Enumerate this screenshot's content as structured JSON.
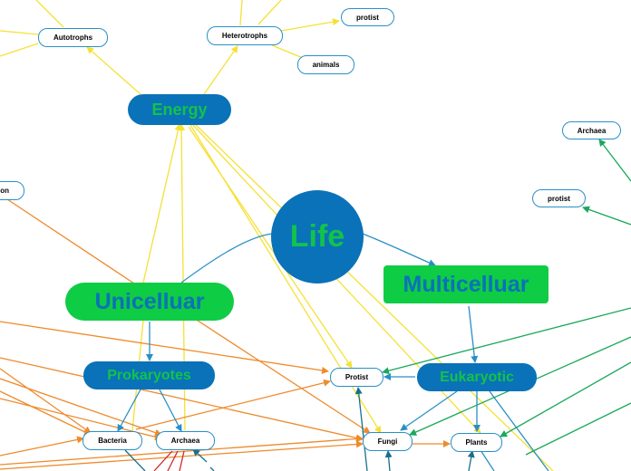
{
  "nodes": {
    "life": "Life",
    "energy": "Energy",
    "autotrophs": "Autotrophs",
    "heterotrophs": "Heterotrophs",
    "protist_top": "protist",
    "animals": "animals",
    "unicellular": "Unicelluar",
    "multicellular": "Multicelluar",
    "prokaryotes": "Prokaryotes",
    "eukaryotic": "Eukaryotic",
    "bacteria": "Bacteria",
    "archaea_bottom": "Archaea",
    "protist_mid": "Protist",
    "fungi": "Fungi",
    "plants": "Plants",
    "archaea_right": "Archaea",
    "protist_right": "protist",
    "partial_left": "ion"
  },
  "colors": {
    "node_blue": "#0a72b8",
    "node_green": "#0fcc45",
    "edge_yellow": "#f5e135",
    "edge_orange": "#ef8a2b",
    "edge_blue": "#2a8fc6",
    "edge_green": "#1aa85a",
    "edge_red": "#d42a2a",
    "edge_teal": "#1a6f8a"
  }
}
